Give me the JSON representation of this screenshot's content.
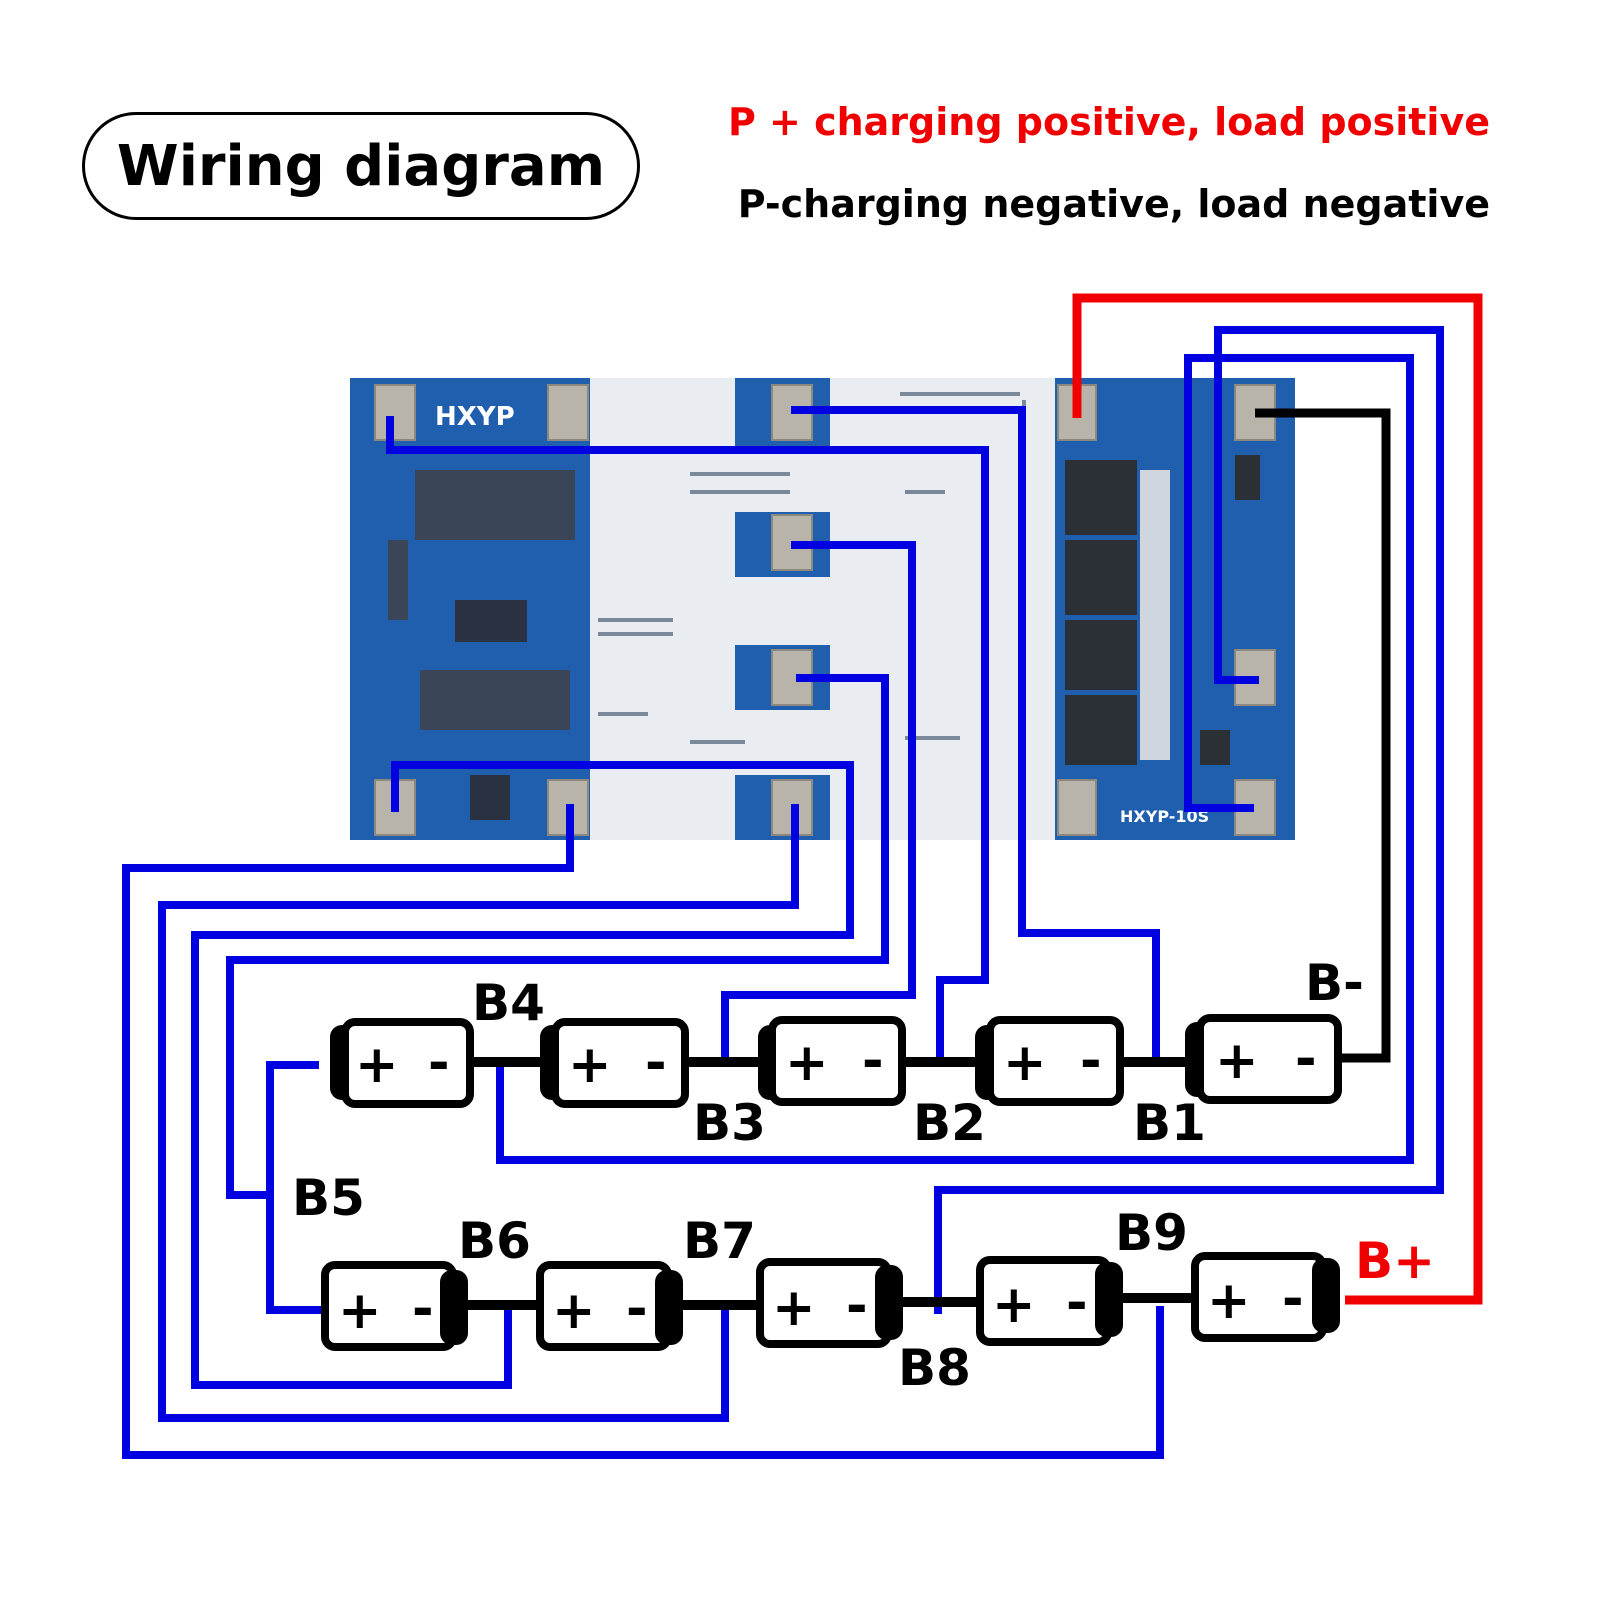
{
  "title": "Wiring diagram",
  "legend": {
    "positive": "P + charging positive, load positive",
    "negative": "P-charging negative, load negative"
  },
  "board": {
    "brand": "HXYP",
    "model": "HXYP-10S"
  },
  "labels": {
    "b_minus": "B-",
    "b_plus": "B+",
    "b1": "B1",
    "b2": "B2",
    "b3": "B3",
    "b4": "B4",
    "b5": "B5",
    "b6": "B6",
    "b7": "B7",
    "b8": "B8",
    "b9": "B9"
  },
  "cell_signs": {
    "plus": "+",
    "minus": "-"
  },
  "wire_colors": {
    "positive": "#f00000",
    "negative": "#000000",
    "balance": "#0000e0"
  },
  "board_colors": {
    "pcb": "#1f5fae",
    "copper": "#e8ecf0",
    "pad": "#b8b4aa"
  }
}
